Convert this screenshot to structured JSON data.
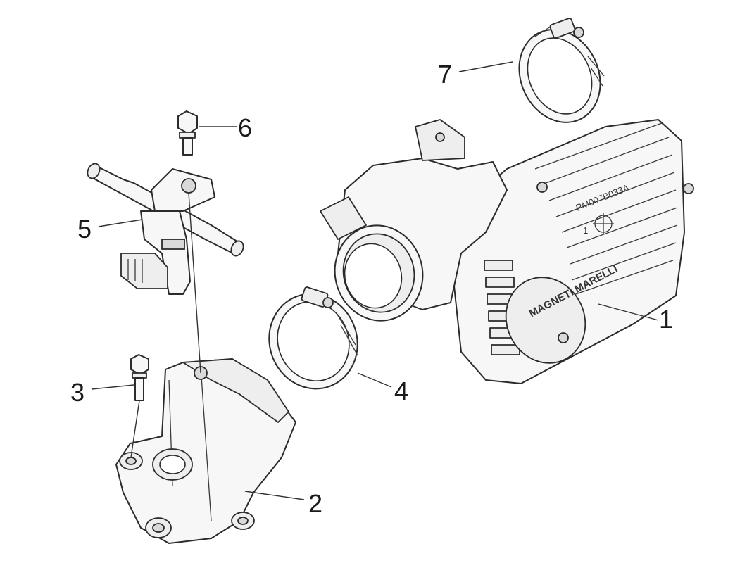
{
  "callouts": {
    "c1": "1",
    "c2": "2",
    "c3": "3",
    "c4": "4",
    "c5": "5",
    "c6": "6",
    "c7": "7"
  },
  "body_stamp": "PM007B033A",
  "body_mark": "1",
  "logo_text": "MAGNETI MARELLI"
}
